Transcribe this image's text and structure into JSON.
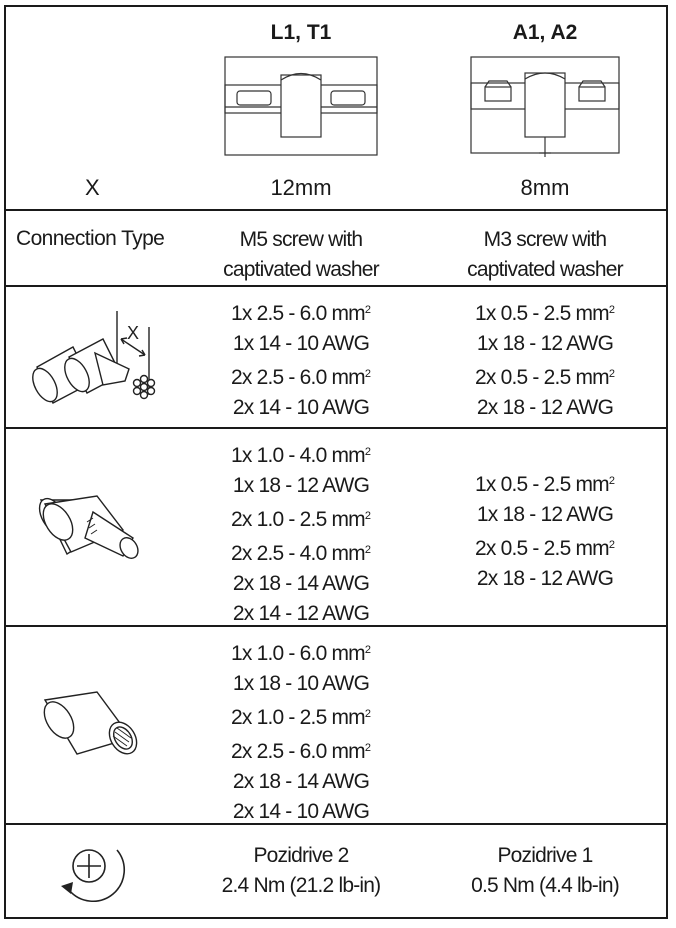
{
  "header": {
    "col1_title": "L1, T1",
    "col2_title": "A1, A2",
    "x_label": "X",
    "col1_x_value": "12mm",
    "col2_x_value": "8mm"
  },
  "connection_type": {
    "label": "Connection Type",
    "col1": [
      "M5 screw with",
      "captivated washer"
    ],
    "col2": [
      "M3 screw with",
      "captivated washer"
    ]
  },
  "rows": {
    "stranded_wire": {
      "icon": "stranded-wire-strip-length-icon",
      "icon_label": "X",
      "col1": [
        {
          "text": "1x  2.5 - 6.0 mm",
          "sup": "2"
        },
        {
          "text": "1x  14 - 10 AWG",
          "sup": ""
        },
        {
          "text": "2x  2.5 - 6.0 mm",
          "sup": "2"
        },
        {
          "text": "2x  14 - 10 AWG",
          "sup": ""
        }
      ],
      "col2": [
        {
          "text": "1x 0.5 - 2.5 mm",
          "sup": "2"
        },
        {
          "text": "1x 18 - 12 AWG",
          "sup": ""
        },
        {
          "text": "2x 0.5 - 2.5 mm",
          "sup": "2"
        },
        {
          "text": "2x 18 - 12 AWG",
          "sup": ""
        }
      ]
    },
    "ferrule": {
      "icon": "wire-ferrule-icon",
      "col1": [
        {
          "text": "1x 1.0 - 4.0 mm",
          "sup": "2"
        },
        {
          "text": "1x 18 - 12 AWG",
          "sup": ""
        },
        {
          "text": "2x 1.0 - 2.5 mm",
          "sup": "2"
        },
        {
          "text": "2x 2.5 - 4.0 mm",
          "sup": "2"
        },
        {
          "text": "2x 18 - 14 AWG",
          "sup": ""
        },
        {
          "text": "2x 14 - 12 AWG",
          "sup": ""
        }
      ],
      "col2": [
        {
          "text": "1x 0.5 - 2.5 mm",
          "sup": "2"
        },
        {
          "text": "1x 18 - 12 AWG",
          "sup": ""
        },
        {
          "text": "2x 0.5 - 2.5 mm",
          "sup": "2"
        },
        {
          "text": "2x 18 - 12 AWG",
          "sup": ""
        }
      ]
    },
    "fine_stranded": {
      "icon": "fine-stranded-wire-icon",
      "col1": [
        {
          "text": "1x 1.0 - 6.0 mm",
          "sup": "2"
        },
        {
          "text": "1x 18 - 10 AWG",
          "sup": ""
        },
        {
          "text": "2x 1.0 - 2.5 mm",
          "sup": "2"
        },
        {
          "text": "2x 2.5 - 6.0 mm",
          "sup": "2"
        },
        {
          "text": "2x 18 - 14 AWG",
          "sup": ""
        },
        {
          "text": "2x 14 - 10 AWG",
          "sup": ""
        }
      ],
      "col2": []
    },
    "torque": {
      "icon": "pozidrive-torque-icon",
      "col1": [
        "Pozidrive 2",
        "2.4 Nm (21.2 lb-in)"
      ],
      "col2": [
        "Pozidrive 1",
        "0.5 Nm (4.4 lb-in)"
      ]
    }
  }
}
